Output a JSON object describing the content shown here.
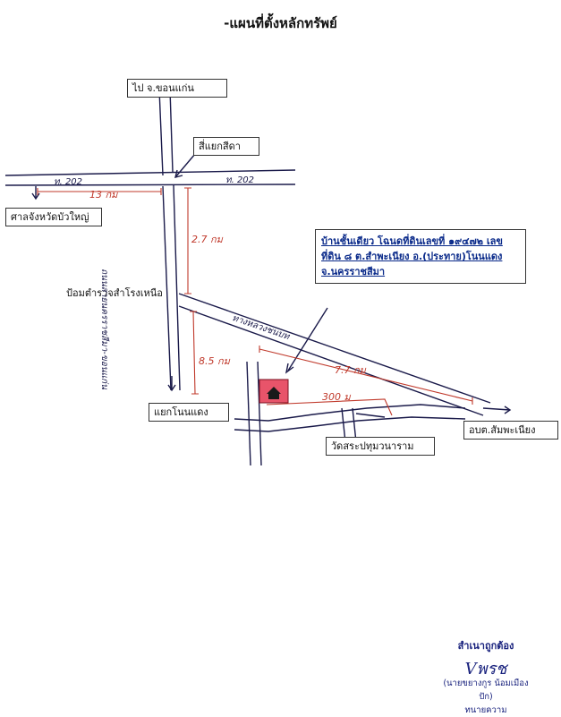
{
  "title": "-แผนที่ตั้งหลักทรัพย์",
  "labels": {
    "to_khon_kaen": "ไป จ.ขอนแก่น",
    "si_yaek_si_da": "สี่แยกสีดา",
    "court": "ศาลจังหวัดบัวใหญ่",
    "police": "ป้อมตำรวจสำโรงเหนือ",
    "yaek_non_daeng": "แยกโนนแดง",
    "wat": "วัดสระปทุมวนาราม",
    "sam_pha_niang": "อบต.สัมพะเนียง"
  },
  "roads": {
    "route_202_left": "ท. 202",
    "route_202_right": "ท. 202",
    "vertical_road": "ถนนสายนครราชสีมา-ขอนแก่น",
    "diagonal_road": "ทางหลวงชนบท"
  },
  "distances": {
    "d13": "13 กม",
    "d27": "2.7 กม",
    "d85": "8.5 กม",
    "d77": "7.7 กม",
    "d300": "300 ม"
  },
  "property": {
    "description": "บ้านชั้นเดียว โฉนดที่ดินเลขที่ ๑๙๔๗๒ เลขที่ดิน ๘ ต.สำพะเนียง อ.(ประทาย)โนนแดง จ.นครราชสีมา",
    "icon": "home-icon",
    "marker_color": "#e8546a"
  },
  "certification": {
    "heading": "สำเนาถูกต้อง",
    "signature": "Vพรช",
    "name": "(นายขยางกูร น้อมเมืองปัก)",
    "role": "ทนายความ"
  },
  "colors": {
    "road": "#1a1a4a",
    "distance": "#c0392b",
    "callout_text": "#0a2a8a"
  }
}
